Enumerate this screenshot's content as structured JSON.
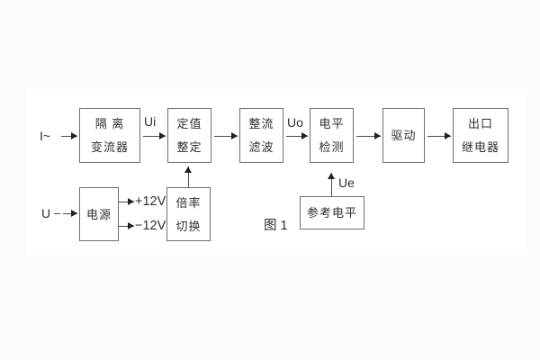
{
  "caption": "图 1",
  "blocks": {
    "isolation": {
      "line1": "隔 离",
      "line2": "变流器"
    },
    "setpoint": {
      "line1": "定值",
      "line2": "整定"
    },
    "rectify": {
      "line1": "整流",
      "line2": "滤波"
    },
    "level": {
      "line1": "电平",
      "line2": "检测"
    },
    "drive": {
      "line1": "驱动"
    },
    "relay": {
      "line1": "出口",
      "line2": "继电器"
    },
    "power": {
      "line1": "电源"
    },
    "ratio": {
      "line1": "倍率",
      "line2": "切换"
    },
    "reference": {
      "line1": "参考电平"
    }
  },
  "signals": {
    "input_current": "I~",
    "input_voltage": "U",
    "ui": "Ui",
    "uo": "Uo",
    "ue": "Ue",
    "plus_12v": "+12V",
    "minus_12v": "−12V"
  },
  "colors": {
    "border": "#6e6e6e",
    "line": "#4d4d4d",
    "text": "#2f2f2f",
    "panel": "#ffffff",
    "page_background": "#fcfcfc"
  }
}
